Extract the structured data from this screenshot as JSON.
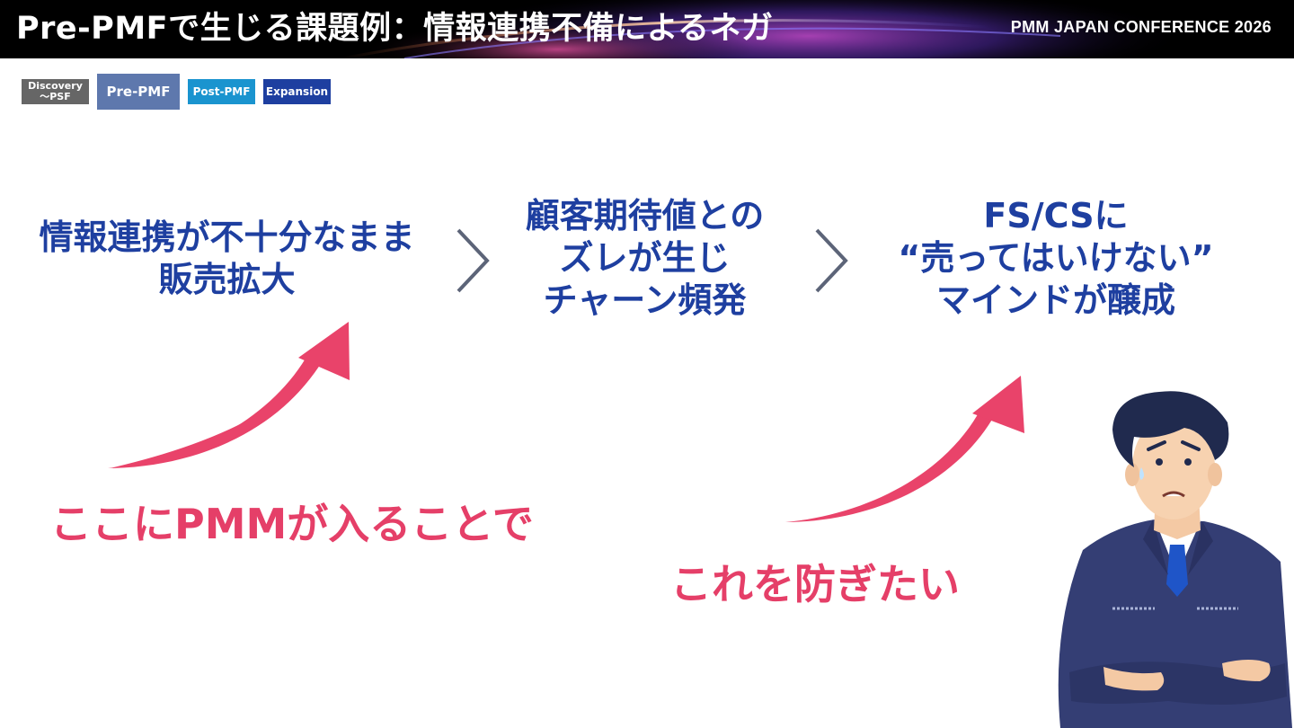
{
  "header": {
    "title": "Pre-PMFで生じる課題例：情報連携不備によるネガ",
    "conference": "PMM JAPAN CONFERENCE 2026"
  },
  "phase_tags": [
    {
      "line1": "Discovery",
      "line2": "〜PSF"
    },
    {
      "label": "Pre-PMF",
      "active": true
    },
    {
      "label": "Post-PMF"
    },
    {
      "label": "Expansion"
    }
  ],
  "flow": [
    {
      "lines": [
        "情報連携が不十分なまま",
        "販売拡大"
      ]
    },
    {
      "lines": [
        "顧客期待値との",
        "ズレが生じ",
        "チャーン頻発"
      ]
    },
    {
      "lines": [
        "FS/CSに",
        "“売ってはいけない”",
        "マインドが醸成"
      ]
    }
  ],
  "callouts": {
    "left": "ここにPMMが入ることで",
    "right": "これを防ぎたい"
  },
  "colors": {
    "title_text": "#ffffff",
    "flow_text": "#1e3fa0",
    "accent_red": "#e53f68",
    "tag_gray": "#666666",
    "tag_active": "#5e78ad",
    "tag_postpmf": "#1a94cf",
    "tag_expansion": "#1e3fa0"
  },
  "icons": [
    "chevron-right-icon",
    "curved-arrow-icon",
    "worried-businessman-illustration"
  ]
}
